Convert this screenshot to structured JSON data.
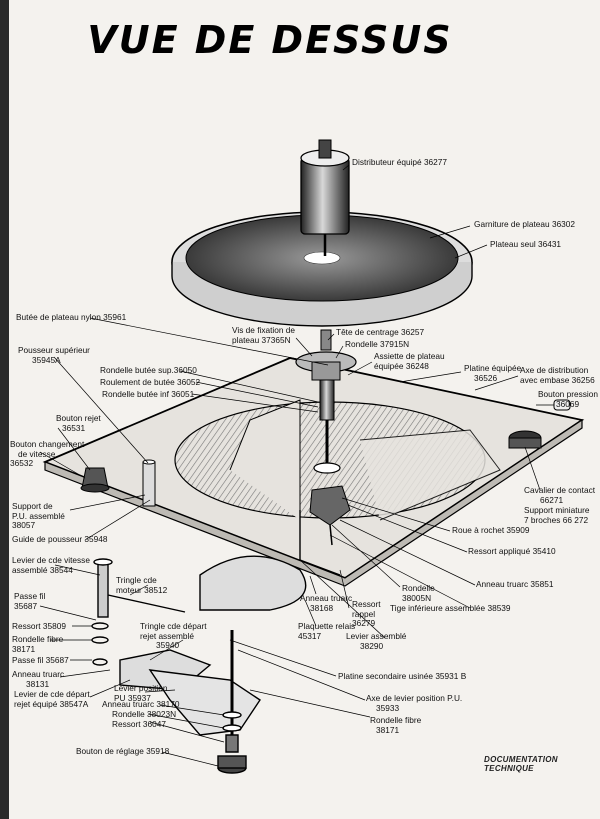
{
  "title": "VUE DE DESSUS",
  "footer": "DOCUMENTATION TECHNIQUE",
  "labels": {
    "distributeur": "Distributeur équipé 36277",
    "garniture": "Garniture de plateau 36302",
    "plateau_seul": "Plateau seul 36431",
    "butee_nylon": "Butée de plateau nylon 35961",
    "vis_fixation_1": "Vis de fixation de",
    "vis_fixation_2": "plateau 37365N",
    "tete_centrage": "Tête de centrage 36257",
    "rondelle_37915": "Rondelle 37915N",
    "assiette_1": "Assiette de plateau",
    "assiette_2": "équipée 36248",
    "pousseur_1": "Pousseur supérieur",
    "pousseur_2": "35945A",
    "rondelle_butee_sup": "Rondelle butée sup.36050",
    "roulement": "Roulement de butée 36052",
    "rondelle_butee_inf": "Rondelle butée inf 36051",
    "platine_1": "Platine équipée",
    "platine_2": "36526",
    "axe_distrib_1": "Axe de distribution",
    "axe_distrib_2": "avec embase 36256",
    "bouton_pression_1": "Bouton pression",
    "bouton_pression_2": "36069",
    "bouton_rejet_1": "Bouton rejet",
    "bouton_rejet_2": "36531",
    "bouton_changement_1": "Bouton changement",
    "bouton_changement_2": "de vitesse",
    "bouton_changement_3": "36532",
    "cavalier_1": "Cavalier de contact",
    "cavalier_2": "66271",
    "support_miniature_1": "Support miniature",
    "support_miniature_2": "7 broches 66 272",
    "support_pu_1": "Support de",
    "support_pu_2": "P.U. assemblé",
    "support_pu_3": "38057",
    "guide_pousseur": "Guide de pousseur 35948",
    "roue_rochet": "Roue à rochet 35909",
    "ressort_applique": "Ressort appliqué 35410",
    "levier_vitesse_1": "Levier de cde vitesse",
    "levier_vitesse_2": "assemblé 38544",
    "tringle_moteur_1": "Tringle cde",
    "tringle_moteur_2": "moteur 38512",
    "anneau_35851": "Anneau truarc 35851",
    "rondelle_38005_1": "Rondelle",
    "rondelle_38005_2": "38005N",
    "tige_inferieure": "Tige inférieure assemblée 38539",
    "passe_fil_1": "Passe fil",
    "passe_fil_2": "35687",
    "anneau_38168_1": "Anneau truarc",
    "anneau_38168_2": "38168",
    "ressort_rappel_1": "Ressort",
    "ressort_rappel_2": "rappel",
    "ressort_rappel_3": "36279",
    "ressort_35809": "Ressort 35809",
    "rondelle_fibre_1": "Rondelle fibre",
    "rondelle_fibre_2": "38171",
    "plaquette_1": "Plaquette relais",
    "plaquette_2": "45317",
    "levier_assemble_1": "Levier assemblé",
    "levier_assemble_2": "38290",
    "tringle_depart_1": "Tringle cde départ",
    "tringle_depart_2": "rejet assemblé",
    "tringle_depart_3": "35940",
    "passe_fil_35687": "Passe fil 35687",
    "anneau_38131_1": "Anneau truarc",
    "anneau_38131_2": "38131",
    "platine_secondaire": "Platine secondaire usinée 35931 B",
    "levier_depart_1": "Levier de cde départ",
    "levier_depart_2": "rejet équipé 38547A",
    "levier_position_1": "Levier position",
    "levier_position_2": "PU 35937",
    "anneau_38170": "Anneau truarc 38170",
    "rondelle_38023": "Rondelle 38023N",
    "ressort_36047": "Ressort 36047",
    "axe_levier_1": "Axe de levier position P.U.",
    "axe_levier_2": "35933",
    "rondelle_fibre_b_1": "Rondelle fibre",
    "rondelle_fibre_b_2": "38171",
    "bouton_reglage": "Bouton de réglage 35918"
  }
}
